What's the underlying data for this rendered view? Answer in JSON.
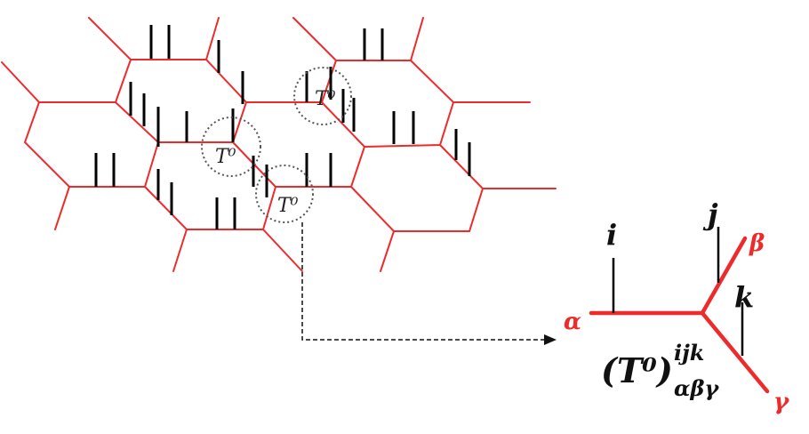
{
  "diagram": {
    "local_tensor_labels": [
      "T⁰",
      "T⁰",
      "T⁰"
    ],
    "physical_indices": [
      "i",
      "j",
      "k"
    ],
    "virtual_indices": [
      "α",
      "β",
      "γ"
    ],
    "tensor_symbol": "(T⁰)",
    "tensor_superscript": "ijk",
    "tensor_subscript": "αβγ"
  },
  "colors": {
    "lattice": "#ee2b2b",
    "legs": "#000000",
    "virtual_labels": "#ee2b2b"
  }
}
